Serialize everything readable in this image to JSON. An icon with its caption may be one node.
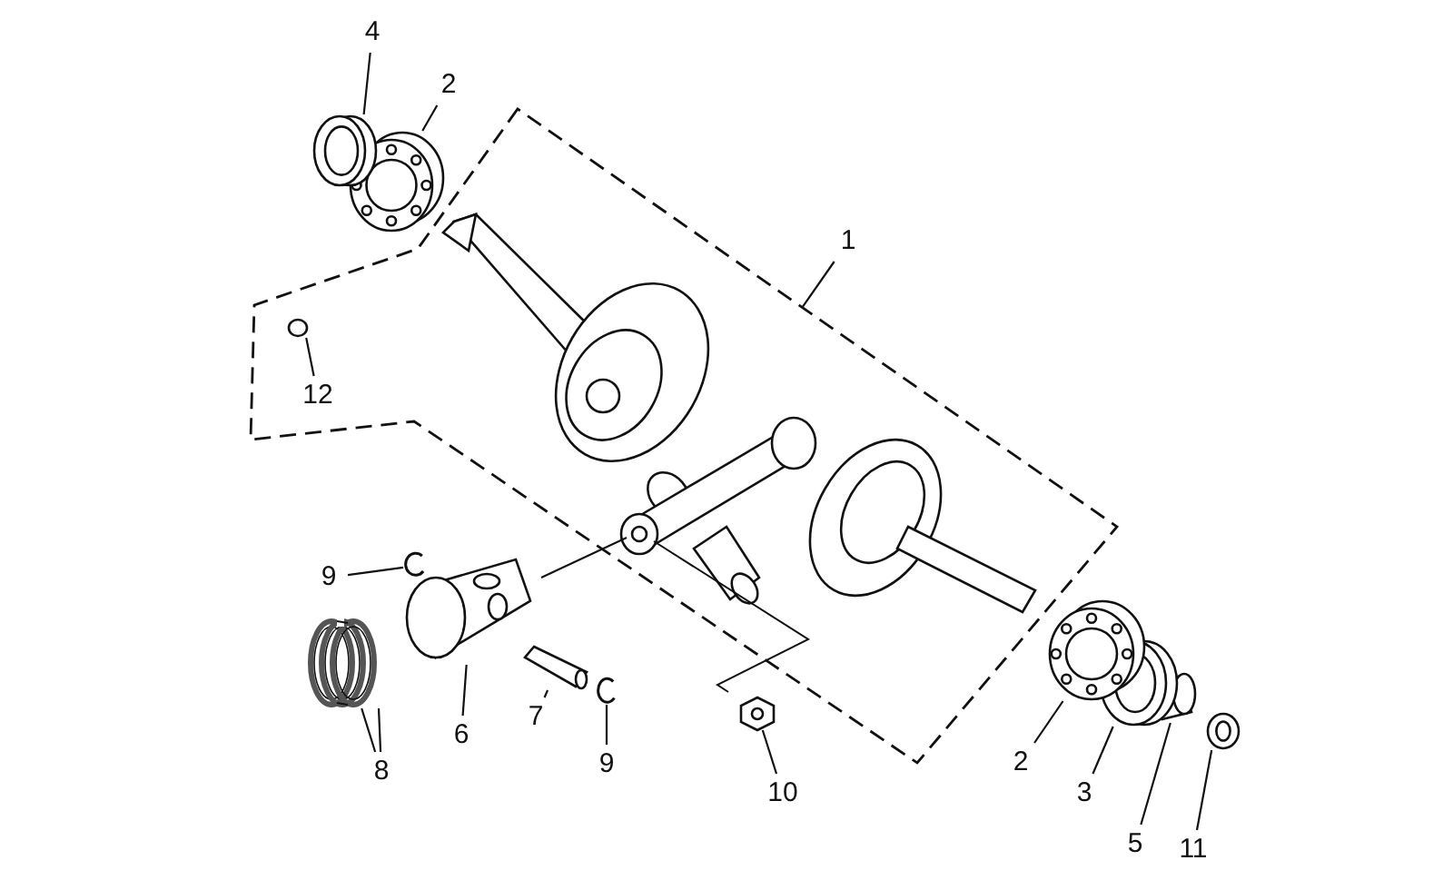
{
  "diagram": {
    "nodes": [
      {
        "text": [
          "4"
        ]
      },
      {
        "text": [
          "2"
        ]
      },
      {
        "text": [
          "1"
        ]
      },
      {
        "text": [
          "12"
        ],
        "in": 16
      },
      {
        "text": [
          "9"
        ]
      },
      {
        "text": [
          "8"
        ]
      },
      {
        "text": [
          "6"
        ]
      },
      {
        "text": [
          "7"
        ]
      },
      {
        "text": [
          "9"
        ]
      },
      {
        "text": [
          "10"
        ]
      },
      {
        "text": [
          "2"
        ]
      },
      {
        "text": [
          "3"
        ]
      },
      {
        "text": [
          "5"
        ]
      },
      {
        "text": [
          "11"
        ]
      },
      {
        "text": [],
        "shape": "picture"
      },
      {
        "text": [],
        "shape": "picture"
      },
      {
        "text": [],
        "shape": "box"
      },
      {
        "text": [],
        "shape": "circle",
        "in": 16
      },
      {
        "text": [],
        "shape": "picture"
      },
      {
        "text": [],
        "shape": "picture"
      },
      {
        "text": [],
        "shape": "picture"
      },
      {
        "text": [],
        "shape": "picture"
      },
      {
        "text": [],
        "shape": "picture"
      },
      {
        "text": [],
        "shape": "picture"
      },
      {
        "text": [],
        "shape": "picture"
      },
      {
        "text": [],
        "shape": "picture"
      },
      {
        "text": [],
        "shape": "picture"
      },
      {
        "text": [],
        "shape": "picture"
      }
    ],
    "edges": [
      {
        "from": 0,
        "to": 14,
        "arrow": "none"
      },
      {
        "from": 1,
        "to": 15,
        "arrow": "none"
      },
      {
        "from": 2,
        "to": 16,
        "arrow": "none"
      },
      {
        "from": 3,
        "to": 17,
        "arrow": "none"
      },
      {
        "from": 4,
        "to": 18,
        "arrow": "none"
      },
      {
        "from": 5,
        "to": 19,
        "arrow": "none"
      },
      {
        "from": 5,
        "to": 19,
        "arrow": "none"
      },
      {
        "from": 6,
        "to": 20,
        "arrow": "none"
      },
      {
        "from": 7,
        "to": 21,
        "arrow": "none"
      },
      {
        "from": 8,
        "to": 22,
        "arrow": "none"
      },
      {
        "from": 9,
        "to": 23,
        "arrow": "none"
      },
      {
        "from": 10,
        "to": 24,
        "arrow": "none"
      },
      {
        "from": 11,
        "to": 25,
        "arrow": "none"
      },
      {
        "from": 12,
        "to": 26,
        "arrow": "none"
      },
      {
        "from": 13,
        "to": 27,
        "arrow": "none"
      }
    ]
  }
}
